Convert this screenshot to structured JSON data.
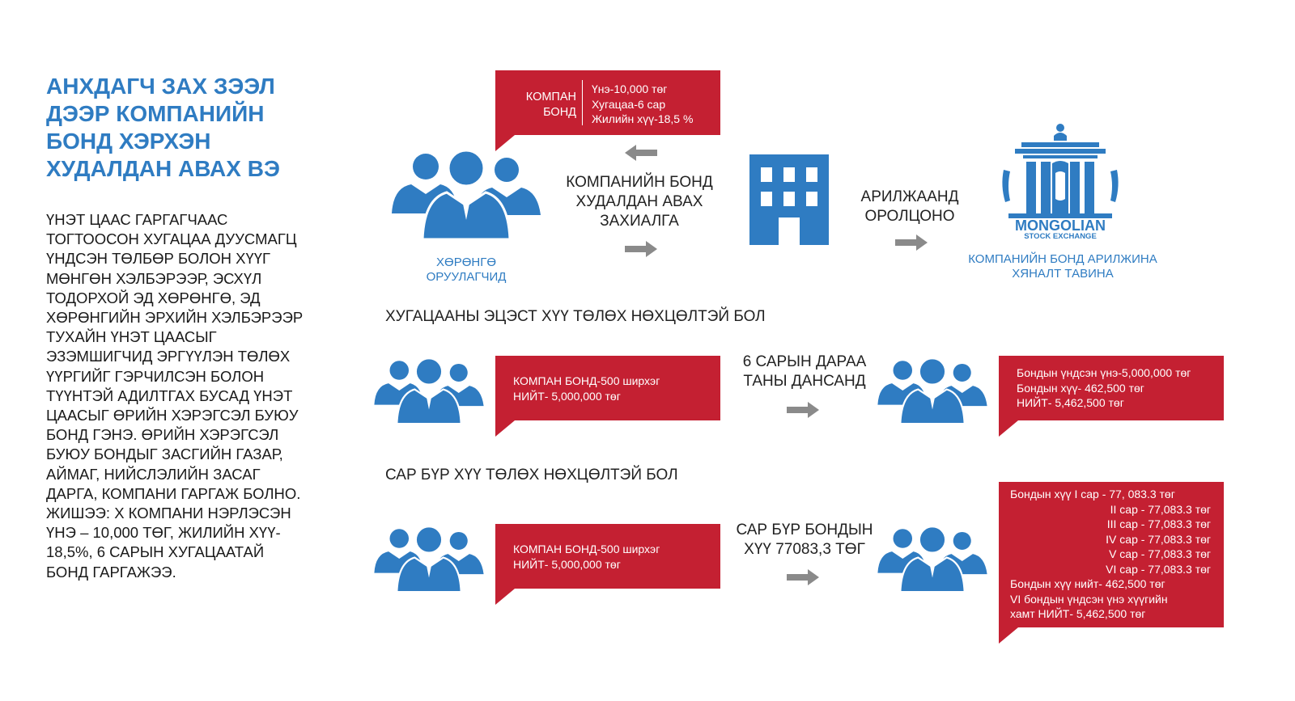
{
  "title": [
    "АНХДАГЧ ЗАХ ЗЭЭЛ",
    "ДЭЭР КОМПАНИЙН",
    "БОНД ХЭРХЭН",
    "ХУДАЛДАН АВАХ ВЭ"
  ],
  "description": [
    "ҮНЭТ ЦААС ГАРГАГЧААС",
    "ТОГТООСОН ХУГАЦАА ДУУСМАГЦ",
    "ҮНДСЭН ТӨЛБӨР БОЛОН ХҮҮГ",
    "МӨНГӨН ХЭЛБЭРЭЭР, ЭСХҮЛ",
    "ТОДОРХОЙ ЭД ХӨРӨНГӨ, ЭД",
    "ХӨРӨНГИЙН ЭРХИЙН ХЭЛБЭРЭЭР",
    "ТУХАЙН ҮНЭТ ЦААСЫГ",
    "ЭЗЭМШИГЧИД ЭРГҮҮЛЭН ТӨЛӨХ",
    "ҮҮРГИЙГ ГЭРЧИЛСЭН БОЛОН",
    "ТҮҮНТЭЙ АДИЛТГАХ БУСАД ҮНЭТ",
    "ЦААСЫГ ӨРИЙН ХЭРЭГСЭЛ БУЮУ",
    "БОНД ГЭНЭ. ӨРИЙН ХЭРЭГСЭЛ",
    "БУЮУ БОНДЫГ ЗАСГИЙН ГАЗАР,",
    "АЙМАГ, НИЙСЛЭЛИЙН ЗАСАГ",
    "ДАРГА, КОМПАНИ ГАРГАЖ БОЛНО.",
    "ЖИШЭЭ: Х КОМПАНИ НЭРЛЭСЭН",
    "ҮНЭ – 10,000 ТӨГ, ЖИЛИЙН ХҮҮ-",
    "18,5%, 6 САРЫН ХУГАЦААТАЙ",
    "БОНД ГАРГАЖЭЭ."
  ],
  "top_flow": {
    "bond_bubble": {
      "label": [
        "КОМПАН",
        "БОНД"
      ],
      "details": [
        "Үнэ-10,000 төг",
        "Хугацаа-6 сар",
        "Жилийн хүү-18,5 %"
      ]
    },
    "order_label": [
      "КОМПАНИЙН БОНД",
      "ХУДАЛДАН АВАХ",
      "ЗАХИАЛГА"
    ],
    "investors_label": [
      "ХӨРӨНГӨ",
      "ОРУУЛАГЧИД"
    ],
    "trade_label": [
      "АРИЛЖААНД",
      "ОРОЛЦОНО"
    ],
    "exchange_logo": [
      "MONGOLIAN",
      "STOCK EXCHANGE"
    ],
    "exchange_label": [
      "КОМПАНИЙН БОНД АРИЛЖИНА",
      "ХЯНАЛТ ТАВИНА"
    ]
  },
  "section1": {
    "heading": "ХУГАЦААНЫ ЭЦЭСТ ХҮҮ ТӨЛӨХ НӨХЦӨЛТЭЙ БОЛ",
    "bubble_left": [
      "КОМПАН БОНД-500 ширхэг",
      "НИЙТ- 5,000,000 төг"
    ],
    "middle_label": [
      "6 САРЫН ДАРАА",
      "ТАНЫ ДАНСАНД"
    ],
    "bubble_right": [
      "Бондын үндсэн үнэ-5,000,000 төг",
      "Бондын хүү- 462,500 төг",
      "НИЙТ- 5,462,500 төг"
    ]
  },
  "section2": {
    "heading": "САР БҮР ХҮҮ ТӨЛӨХ НӨХЦӨЛТЭЙ БОЛ",
    "bubble_left": [
      "КОМПАН БОНД-500 ширхэг",
      "НИЙТ- 5,000,000 төг"
    ],
    "middle_label": [
      "САР БҮР БОНДЫН",
      "ХҮҮ 77083,3 ТӨГ"
    ],
    "bubble_right": [
      "Бондын хүү I сар    - 77, 083.3 төг",
      "II сар  - 77,083.3 төг",
      "III сар - 77,083.3 төг",
      "IV сар -  77,083.3 төг",
      "V сар  - 77,083.3 төг",
      "VI сар - 77,083.3 төг",
      "Бондын хүү нийт-     462,500 төг",
      "VI  бондын үндсэн үнэ хүүгийн",
      "хамт НИЙТ- 5,462,500 төг"
    ]
  },
  "colors": {
    "blue": "#2f7cc2",
    "red": "#c42032",
    "arrow": "#8a8a8a",
    "text": "#222222"
  },
  "icons": [
    "people-group-icon",
    "building-icon",
    "arrow-right-icon",
    "arrow-left-icon",
    "stock-exchange-logo"
  ]
}
